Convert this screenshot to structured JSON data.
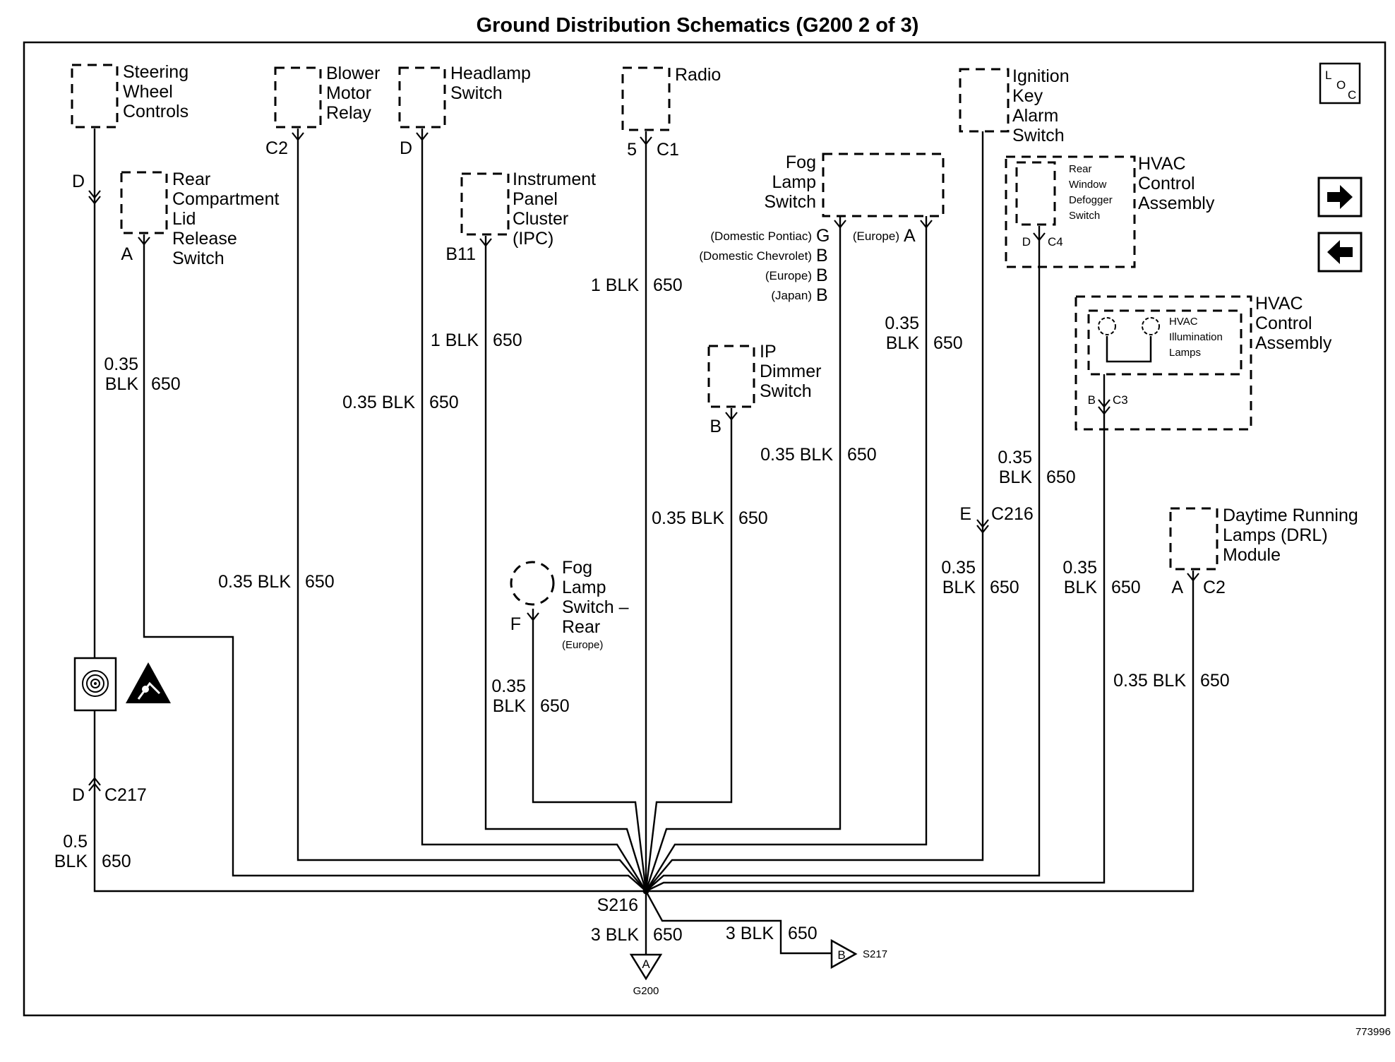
{
  "title": "Ground Distribution Schematics (G200 2 of 3)",
  "figure_id": "773996",
  "nav": {
    "loc_l": "L",
    "loc_o": "O",
    "loc_c": "C",
    "next_icon": "arrow-right-icon",
    "prev_icon": "arrow-left-icon"
  },
  "components": {
    "steering": [
      "Steering",
      "Wheel",
      "Controls"
    ],
    "blower": [
      "Blower",
      "Motor",
      "Relay"
    ],
    "headlamp": [
      "Headlamp",
      "Switch"
    ],
    "radio": [
      "Radio"
    ],
    "ignition": [
      "Ignition",
      "Key",
      "Alarm",
      "Switch"
    ],
    "rear_lid": [
      "Rear",
      "Compartment",
      "Lid",
      "Release",
      "Switch"
    ],
    "ipc": [
      "Instrument",
      "Panel",
      "Cluster",
      "(IPC)"
    ],
    "fog_switch": [
      "Fog",
      "Lamp",
      "Switch"
    ],
    "hvac1_inner": [
      "Rear",
      "Window",
      "Defogger",
      "Switch"
    ],
    "hvac1": [
      "HVAC",
      "Control",
      "Assembly"
    ],
    "hvac2_inner": [
      "HVAC",
      "Illumination",
      "Lamps"
    ],
    "hvac2": [
      "HVAC",
      "Control",
      "Assembly"
    ],
    "ip_dimmer": [
      "IP",
      "Dimmer",
      "Switch"
    ],
    "fog_rear": [
      "Fog",
      "Lamp",
      "Switch –",
      "Rear"
    ],
    "fog_rear_note": "(Europe)",
    "drl": [
      "Daytime Running",
      "Lamps (DRL)",
      "Module"
    ]
  },
  "pins": {
    "steering": "D",
    "blower": "C2",
    "headlamp": "D",
    "radio_pin": "5",
    "radio_conn": "C1",
    "rear_lid": "A",
    "ipc": "B11",
    "fog_dp": "(Domestic Pontiac)",
    "fog_dp_pin": "G",
    "fog_dc": "(Domestic Chevrolet)",
    "fog_dc_pin": "B",
    "fog_eu": "(Europe)",
    "fog_eu_pin": "B",
    "fog_jp": "(Japan)",
    "fog_jp_pin": "B",
    "fog_eu2": "(Europe)",
    "fog_eu2_pin": "A",
    "hvac1_pin": "D",
    "hvac1_conn": "C4",
    "hvac2_pin": "B",
    "hvac2_conn": "C3",
    "ip_dimmer": "B",
    "fog_rear": "F",
    "drl_pin": "A",
    "drl_conn": "C2",
    "c216_pin": "E",
    "c216": "C216",
    "c217_pin": "D",
    "c217": "C217"
  },
  "wires": {
    "steer_gauge": "0.35",
    "steer_color": "BLK",
    "steer_circuit": "650",
    "blower": "0.35 BLK",
    "blower_circuit": "650",
    "headlamp": "0.35 BLK",
    "headlamp_circuit": "650",
    "ipc": "1 BLK",
    "ipc_circuit": "650",
    "radio": "1 BLK",
    "radio_circuit": "650",
    "dimmer": "0.35 BLK",
    "dimmer_circuit": "650",
    "fog": "0.35 BLK",
    "fog_circuit": "650",
    "fog_eu_gauge": "0.35",
    "fog_eu_color": "BLK",
    "fog_eu_circuit": "650",
    "ign_gauge": "0.35",
    "ign_color": "BLK",
    "ign_circuit": "650",
    "ign_low_gauge": "0.35",
    "ign_low_color": "BLK",
    "ign_low_circuit": "650",
    "hvac1_gauge": "0.35",
    "hvac1_color": "BLK",
    "hvac1_circuit": "650",
    "hvac2_gauge": "0.35",
    "hvac2_color": "BLK",
    "hvac2_circuit": "650",
    "drl": "0.35 BLK",
    "drl_circuit": "650",
    "fog_rear_gauge": "0.35",
    "fog_rear_color": "BLK",
    "fog_rear_circuit": "650",
    "c217_gauge": "0.5",
    "c217_color": "BLK",
    "c217_circuit": "650",
    "main": "3 BLK",
    "main_circuit": "650",
    "s217_wire": "3 BLK",
    "s217_circuit": "650"
  },
  "splice": "S216",
  "ground": {
    "name": "G200",
    "letter": "A"
  },
  "s217": {
    "letter": "B",
    "name": "S217"
  },
  "icons": [
    "clockspring-icon",
    "airbag-warning-icon"
  ]
}
